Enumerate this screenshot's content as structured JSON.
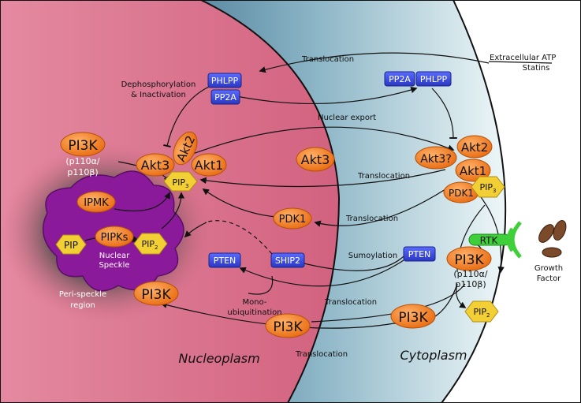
{
  "regions": {
    "nucleoplasm": "Nucleoplasm",
    "cytoplasm": "Cytoplasm",
    "nuclear_speckle": "Nuclear\nSpeckle",
    "peri_speckle": "Peri-speckle\nregion",
    "growth_factor": "Growth\nFactor"
  },
  "molecules": {
    "pi3k": "PI3K",
    "pi3k_iso": "(p110α/\np110β)",
    "akt1": "Akt1",
    "akt2": "Akt2",
    "akt3": "Akt3",
    "akt3q": "Akt3?",
    "pip": "PIP",
    "pip2": "PIP2",
    "pip3": "PIP3",
    "pipks": "PIPKs",
    "ipmk": "IPMK",
    "pdk1": "PDK1",
    "pten": "PTEN",
    "ship2": "SHIP2",
    "phlpp": "PHLPP",
    "pp2a": "PP2A",
    "rtk": "RTK"
  },
  "annotations": {
    "translocation": "Translocation",
    "nuclear_export": "Nuclear export",
    "dephos": "Dephosphorylation\n& Inactivation",
    "sumoylation": "Sumoylation",
    "monoubiq": "Mono-\nubiquitination",
    "extracellular": "Extracellular ATP\nStatins"
  },
  "colors": {
    "nucleus": "#d96b86",
    "cytoplasm_light": "#e8f4f6",
    "cytoplasm_dark": "#5f8ea7",
    "orange": "#f07a1c",
    "yellow": "#f2cf35",
    "blue": "#3b4fe0",
    "purple": "#8b1a9b",
    "green": "#3fcf3a",
    "brown": "#7a4a2a"
  }
}
